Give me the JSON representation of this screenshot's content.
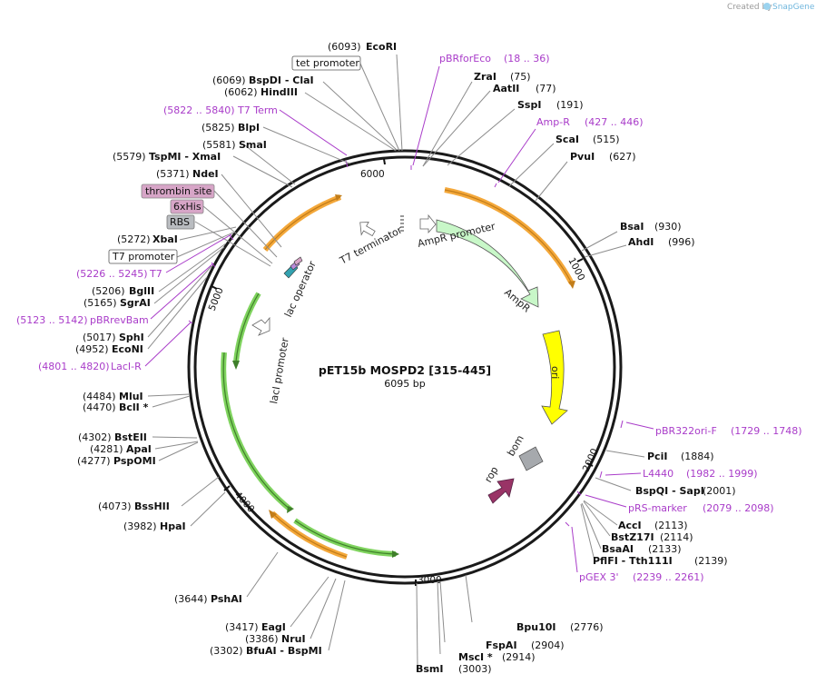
{
  "credit": {
    "prefix": "Created by",
    "brand": "SnapGene"
  },
  "plasmid": {
    "name": "pET15b MOSPD2 [315-445]",
    "length_label": "6095 bp",
    "length_bp": 6095
  },
  "ticks": [
    "1000",
    "2000",
    "3000",
    "4000",
    "5000",
    "6000"
  ],
  "colors": {
    "ampr": "#c8f7c8",
    "ori": "#ffff00",
    "rop": "#993366",
    "bom": "#a6a9ad",
    "lacI": "#7fd35e",
    "orange": "#f4a83a",
    "primer": "#a93cc9",
    "backbone": "#1a1a1a"
  },
  "features": {
    "ampr_promoter": "AmpR promoter",
    "ampr": "AmpR",
    "ori": "ori",
    "bom": "bom",
    "rop": "rop",
    "laci_promoter": "lacI promoter",
    "lac_operator": "lac operator",
    "t7_terminator": "T7 terminator"
  },
  "boxed_labels": {
    "tet_promoter": "tet promoter",
    "thrombin_site": "thrombin site",
    "his_tag": "6xHis",
    "rbs": "RBS",
    "t7_promoter": "T7 promoter"
  },
  "right_sites": [
    {
      "name": "ZraI",
      "pos": "(75)"
    },
    {
      "name": "AatII",
      "pos": "(77)"
    },
    {
      "name": "SspI",
      "pos": "(191)"
    },
    {
      "name": "ScaI",
      "pos": "(515)"
    },
    {
      "name": "PvuI",
      "pos": "(627)"
    },
    {
      "name": "BsaI",
      "pos": "(930)"
    },
    {
      "name": "AhdI",
      "pos": "(996)"
    },
    {
      "name": "PciI",
      "pos": "(1884)"
    },
    {
      "name": "BspQI - SapI",
      "pos": "(2001)"
    },
    {
      "name": "AccI",
      "pos": "(2113)"
    },
    {
      "name": "BstZ17I",
      "pos": "(2114)"
    },
    {
      "name": "BsaAI",
      "pos": "(2133)"
    },
    {
      "name": "PflFI - Tth111I",
      "pos": "(2139)"
    },
    {
      "name": "Bpu10I",
      "pos": "(2776)"
    },
    {
      "name": "FspAI",
      "pos": "(2904)"
    },
    {
      "name": "MscI *",
      "pos": "(2914)"
    },
    {
      "name": "BsmI",
      "pos": "(3003)"
    }
  ],
  "left_sites": [
    {
      "name": "EcoRI",
      "pos": "(6093)"
    },
    {
      "name": "BspDI - ClaI",
      "pos": "(6069)"
    },
    {
      "name": "HindIII",
      "pos": "(6062)"
    },
    {
      "name": "BlpI",
      "pos": "(5825)"
    },
    {
      "name": "SmaI",
      "pos": "(5581)"
    },
    {
      "name": "TspMI - XmaI",
      "pos": "(5579)"
    },
    {
      "name": "NdeI",
      "pos": "(5371)"
    },
    {
      "name": "XbaI",
      "pos": "(5272)"
    },
    {
      "name": "BglII",
      "pos": "(5206)"
    },
    {
      "name": "SgrAI",
      "pos": "(5165)"
    },
    {
      "name": "SphI",
      "pos": "(5017)"
    },
    {
      "name": "EcoNI",
      "pos": "(4952)"
    },
    {
      "name": "MluI",
      "pos": "(4484)"
    },
    {
      "name": "BclI *",
      "pos": "(4470)"
    },
    {
      "name": "BstEII",
      "pos": "(4302)"
    },
    {
      "name": "ApaI",
      "pos": "(4281)"
    },
    {
      "name": "PspOMI",
      "pos": "(4277)"
    },
    {
      "name": "BssHII",
      "pos": "(4073)"
    },
    {
      "name": "HpaI",
      "pos": "(3982)"
    },
    {
      "name": "PshAI",
      "pos": "(3644)"
    },
    {
      "name": "EagI",
      "pos": "(3417)"
    },
    {
      "name": "NruI",
      "pos": "(3386)"
    },
    {
      "name": "BfuAI - BspMI",
      "pos": "(3302)"
    }
  ],
  "primers": [
    {
      "name": "pBRforEco",
      "range": "(18 .. 36)"
    },
    {
      "name": "Amp-R",
      "range": "(427 .. 446)"
    },
    {
      "name": "pBR322ori-F",
      "range": "(1729 .. 1748)"
    },
    {
      "name": "L4440",
      "range": "(1982 .. 1999)"
    },
    {
      "name": "pRS-marker",
      "range": "(2079 .. 2098)"
    },
    {
      "name": "pGEX 3'",
      "range": "(2239 .. 2261)"
    },
    {
      "name": "T7 Term",
      "range": "(5822 .. 5840)"
    },
    {
      "name": "T7",
      "range": "(5226 .. 5245)"
    },
    {
      "name": "pBRrevBam",
      "range": "(5123 .. 5142)"
    },
    {
      "name": "LacI-R",
      "range": "(4801 .. 4820)"
    }
  ]
}
